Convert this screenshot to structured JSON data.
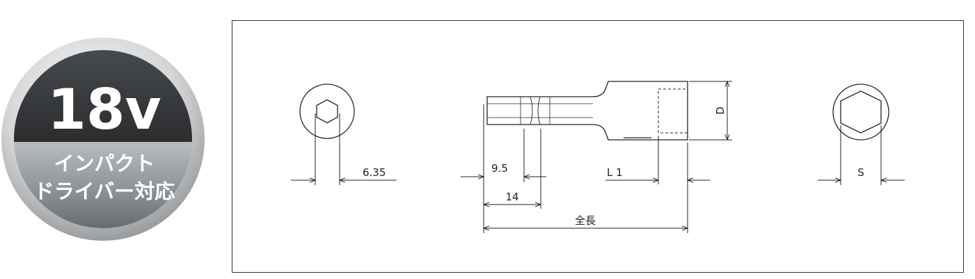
{
  "badge": {
    "voltage": "18v",
    "line1": "インパクト",
    "line2": "ドライバー対応"
  },
  "dimensions": {
    "hex_shank": "6.35",
    "groove_position": "9.5",
    "shank_length": "14",
    "socket_length": "L 1",
    "overall_length": "全長",
    "diameter": "D",
    "socket_size": "S"
  }
}
